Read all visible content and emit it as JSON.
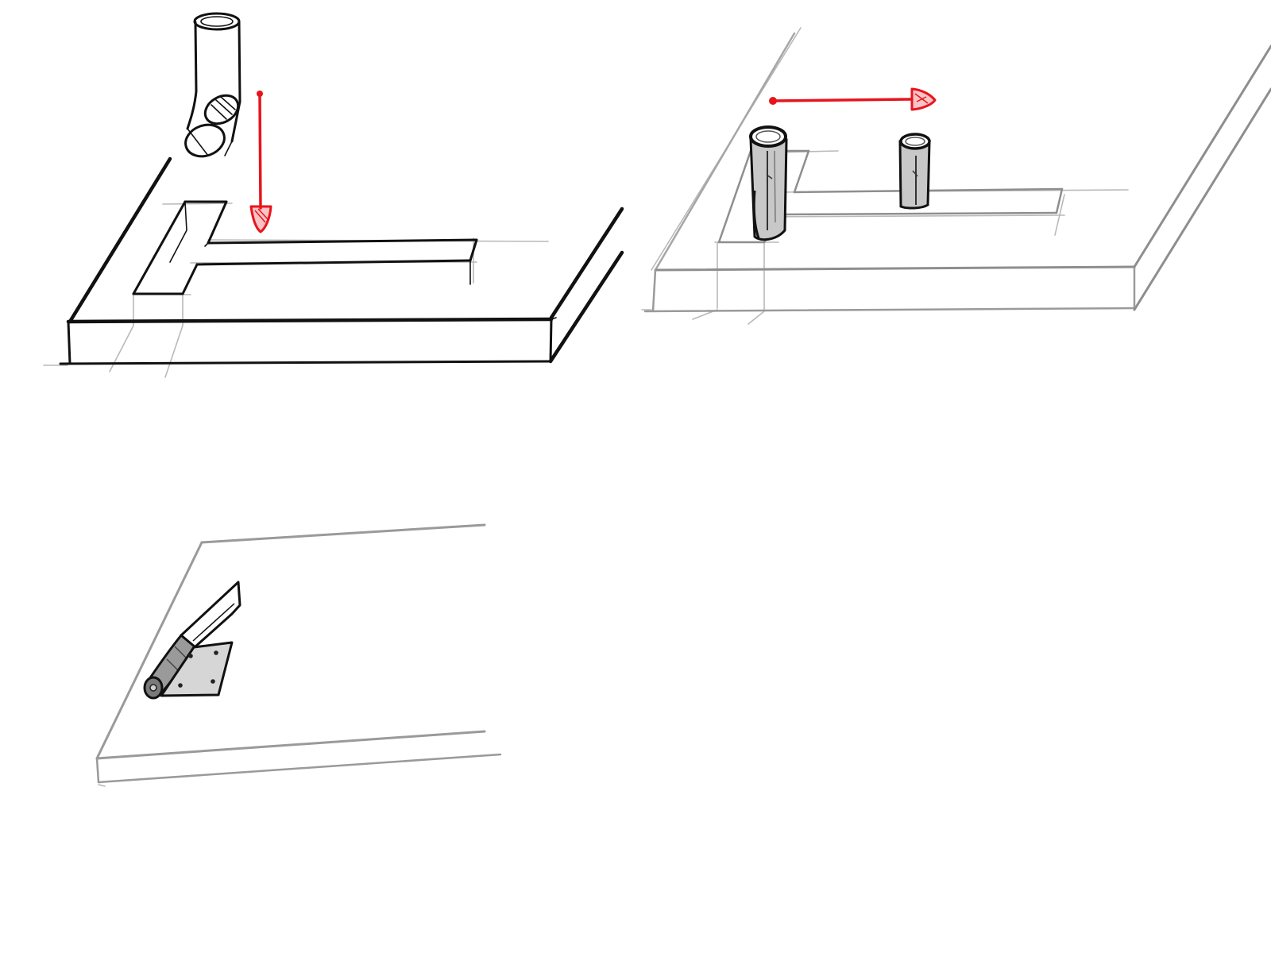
{
  "canvas": {
    "background": "#ffffff"
  },
  "colors": {
    "ink": "#111111",
    "grey_line": "#9a9a9a",
    "light_guide": "#b9b9b9",
    "accent_arrow": "#e8141c",
    "post_fill": "#c8c8c8",
    "hinge_plate_fill": "#d6d6d6"
  },
  "panels": [
    {
      "id": "step-1",
      "description_icon": "channel-cut-with-pipe-insert",
      "arrow_direction": "down"
    },
    {
      "id": "step-2",
      "description_icon": "post-slides-along-channel",
      "arrow_direction": "right"
    },
    {
      "id": "step-3",
      "description_icon": "hinge-mounted-on-panel",
      "arrow_direction": "none"
    }
  ]
}
